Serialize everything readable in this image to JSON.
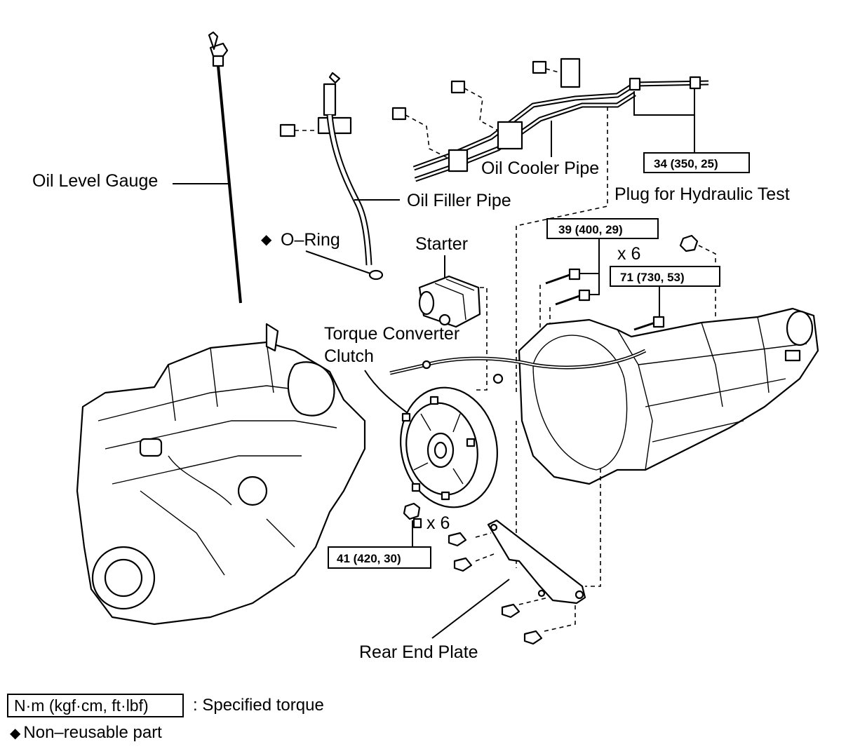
{
  "labels": {
    "oil_level_gauge": "Oil Level Gauge",
    "oil_filler_pipe": "Oil Filler Pipe",
    "oil_cooler_pipe": "Oil Cooler Pipe",
    "o_ring": "O–Ring",
    "starter": "Starter",
    "torque_converter_line1": "Torque Converter",
    "torque_converter_line2": "Clutch",
    "plug_hydraulic_test": "Plug for Hydraulic Test",
    "rear_end_plate": "Rear End Plate",
    "qty_bolts_upper": "x 6",
    "qty_bolts_converter": "x 6"
  },
  "torques": {
    "cooler_pipe": "34 (350, 25)",
    "upper_bolts": "39 (400, 29)",
    "side_bolt": "71 (730, 53)",
    "converter_bolts": "41 (420, 30)"
  },
  "symbols": {
    "non_reusable": "◆"
  },
  "legend": {
    "unit_box": "N·m (kgf·cm, ft·lbf)",
    "unit_desc": ": Specified torque",
    "non_reusable": "Non–reusable part"
  }
}
